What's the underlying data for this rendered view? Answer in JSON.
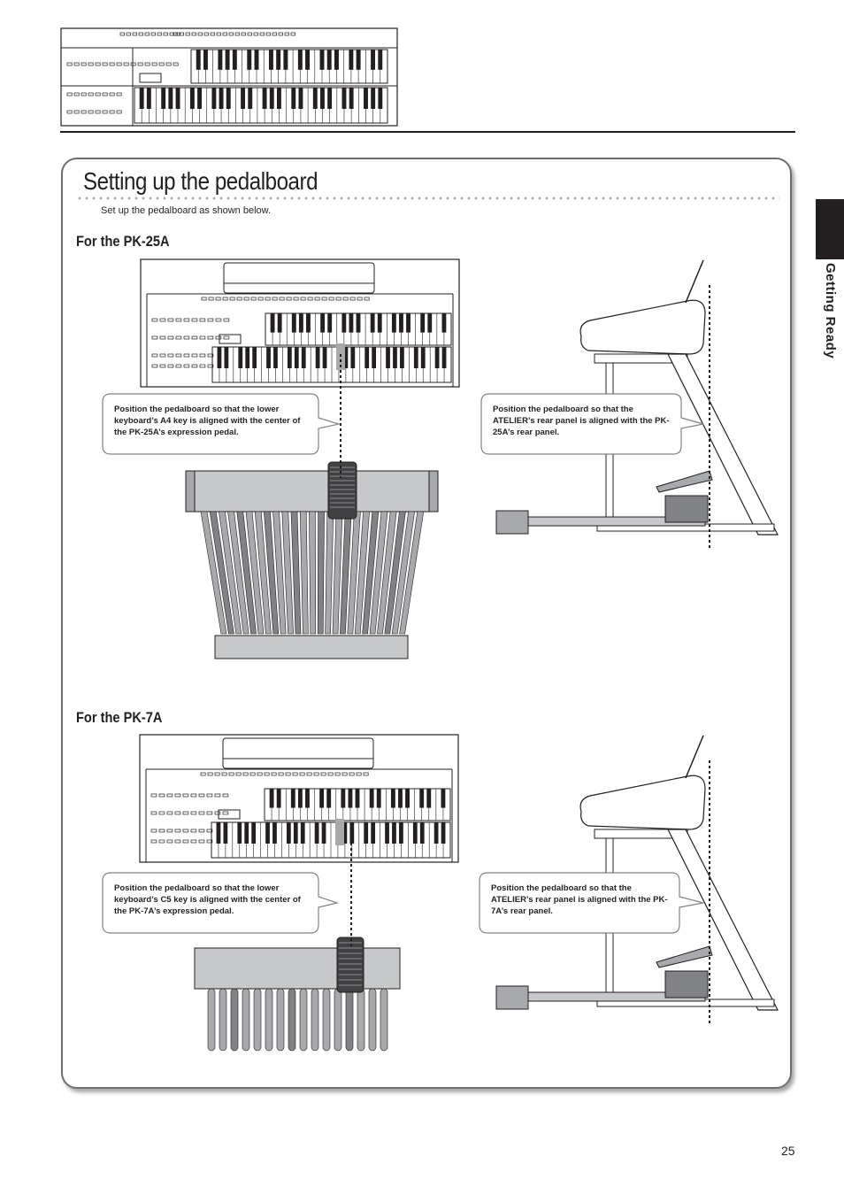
{
  "section": {
    "title": "Setting up the pedalboard",
    "intro": "Set up the pedalboard as shown below.",
    "side_tab_label": "Getting Ready"
  },
  "pk25a": {
    "heading": "For the PK-25A",
    "callout_front": "Position the pedalboard so that the lower keyboard’s A4 key is aligned with the center of the PK-25A’s expression pedal.",
    "callout_side": "Position the pedalboard so that the ATELIER’s rear panel is aligned with the PK-25A’s rear panel."
  },
  "pk7a": {
    "heading": "For the PK-7A",
    "callout_front": "Position the pedalboard so that the lower keyboard’s C5 key is aligned with the center of the PK-7A’s expression pedal.",
    "callout_side": "Position the pedalboard so that the ATELIER’s rear panel is aligned with the PK-7A’s rear panel."
  },
  "footer": {
    "page_number": "25"
  },
  "colors": {
    "ink": "#231f20",
    "panel_border": "#6d6e71",
    "dots": "#a7a9ac",
    "pedal_gray": "#c7c8ca",
    "dark_gray": "#808285"
  }
}
